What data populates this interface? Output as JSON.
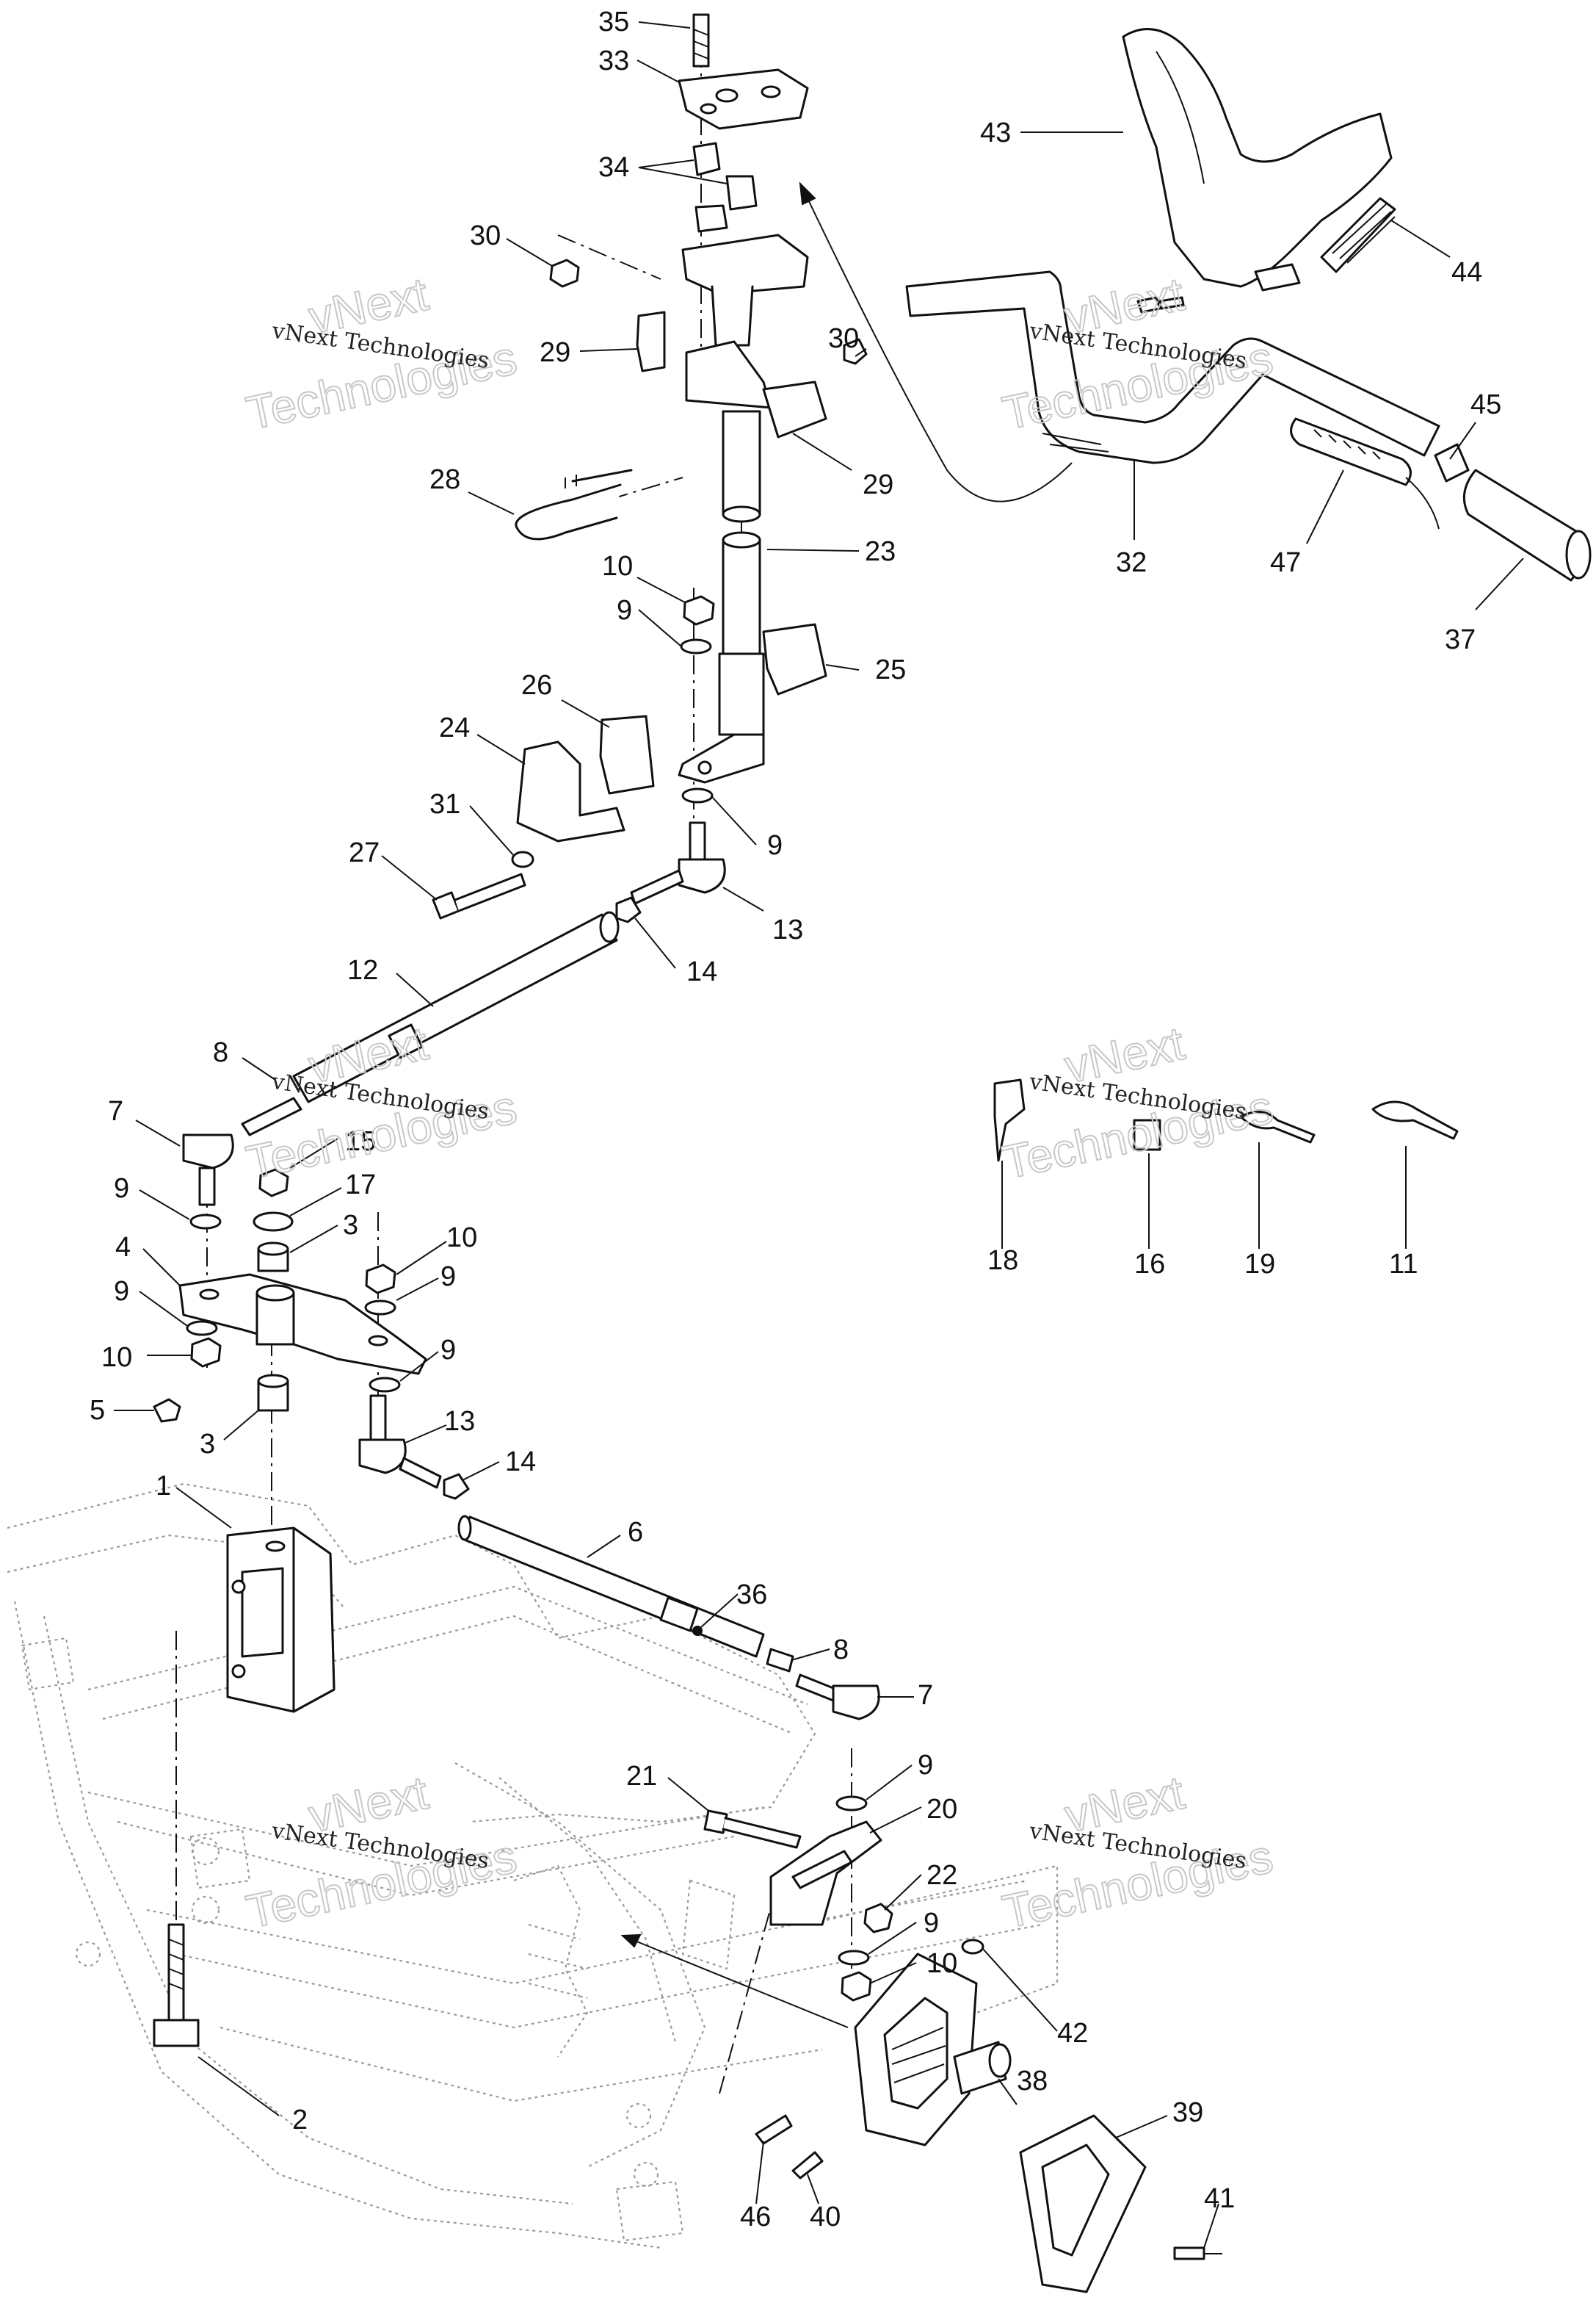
{
  "watermark": {
    "line1": "vNext",
    "line2": "Technologies",
    "small": "vNext Technologies"
  },
  "callouts": [
    {
      "id": "35",
      "text": "35"
    },
    {
      "id": "33",
      "text": "33"
    },
    {
      "id": "34",
      "text": "34"
    },
    {
      "id": "30a",
      "text": "30"
    },
    {
      "id": "30b",
      "text": "30"
    },
    {
      "id": "29a",
      "text": "29"
    },
    {
      "id": "29b",
      "text": "29"
    },
    {
      "id": "28",
      "text": "28"
    },
    {
      "id": "23",
      "text": "23"
    },
    {
      "id": "10a",
      "text": "10"
    },
    {
      "id": "9a",
      "text": "9"
    },
    {
      "id": "25",
      "text": "25"
    },
    {
      "id": "26",
      "text": "26"
    },
    {
      "id": "24",
      "text": "24"
    },
    {
      "id": "31",
      "text": "31"
    },
    {
      "id": "27",
      "text": "27"
    },
    {
      "id": "9b",
      "text": "9"
    },
    {
      "id": "13a",
      "text": "13"
    },
    {
      "id": "14a",
      "text": "14"
    },
    {
      "id": "12",
      "text": "12"
    },
    {
      "id": "8a",
      "text": "8"
    },
    {
      "id": "7a",
      "text": "7"
    },
    {
      "id": "15",
      "text": "15"
    },
    {
      "id": "17",
      "text": "17"
    },
    {
      "id": "9c",
      "text": "9"
    },
    {
      "id": "3a",
      "text": "3"
    },
    {
      "id": "4",
      "text": "4"
    },
    {
      "id": "10b",
      "text": "10"
    },
    {
      "id": "9d",
      "text": "9"
    },
    {
      "id": "9e",
      "text": "9"
    },
    {
      "id": "10c",
      "text": "10"
    },
    {
      "id": "9f",
      "text": "9"
    },
    {
      "id": "5",
      "text": "5"
    },
    {
      "id": "3b",
      "text": "3"
    },
    {
      "id": "13b",
      "text": "13"
    },
    {
      "id": "14b",
      "text": "14"
    },
    {
      "id": "1",
      "text": "1"
    },
    {
      "id": "6",
      "text": "6"
    },
    {
      "id": "36",
      "text": "36"
    },
    {
      "id": "8b",
      "text": "8"
    },
    {
      "id": "7b",
      "text": "7"
    },
    {
      "id": "9g",
      "text": "9"
    },
    {
      "id": "21",
      "text": "21"
    },
    {
      "id": "20",
      "text": "20"
    },
    {
      "id": "22",
      "text": "22"
    },
    {
      "id": "9h",
      "text": "9"
    },
    {
      "id": "10d",
      "text": "10"
    },
    {
      "id": "42",
      "text": "42"
    },
    {
      "id": "38",
      "text": "38"
    },
    {
      "id": "39",
      "text": "39"
    },
    {
      "id": "41",
      "text": "41"
    },
    {
      "id": "40",
      "text": "40"
    },
    {
      "id": "46",
      "text": "46"
    },
    {
      "id": "2",
      "text": "2"
    },
    {
      "id": "43",
      "text": "43"
    },
    {
      "id": "44",
      "text": "44"
    },
    {
      "id": "45",
      "text": "45"
    },
    {
      "id": "32",
      "text": "32"
    },
    {
      "id": "47",
      "text": "47"
    },
    {
      "id": "37",
      "text": "37"
    },
    {
      "id": "18",
      "text": "18"
    },
    {
      "id": "16",
      "text": "16"
    },
    {
      "id": "19",
      "text": "19"
    },
    {
      "id": "11",
      "text": "11"
    }
  ]
}
